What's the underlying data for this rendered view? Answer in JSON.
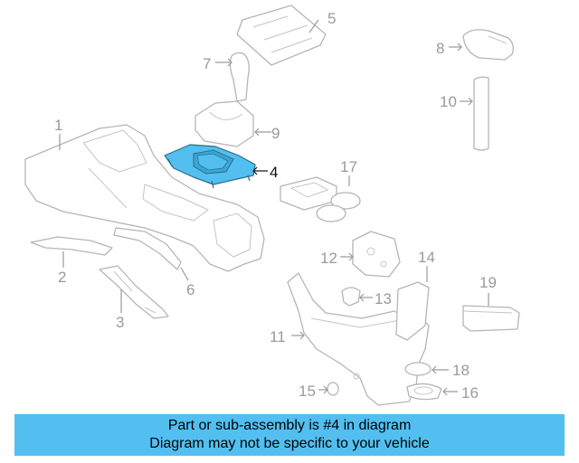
{
  "diagram": {
    "highlight_color": "#52bff0",
    "callouts": [
      {
        "id": "1",
        "label": "1"
      },
      {
        "id": "2",
        "label": "2"
      },
      {
        "id": "3",
        "label": "3"
      },
      {
        "id": "4",
        "label": "4",
        "highlighted": true
      },
      {
        "id": "5",
        "label": "5"
      },
      {
        "id": "6",
        "label": "6"
      },
      {
        "id": "7",
        "label": "7"
      },
      {
        "id": "8",
        "label": "8"
      },
      {
        "id": "9",
        "label": "9"
      },
      {
        "id": "10",
        "label": "10"
      },
      {
        "id": "11",
        "label": "11"
      },
      {
        "id": "12",
        "label": "12"
      },
      {
        "id": "13",
        "label": "13"
      },
      {
        "id": "14",
        "label": "14"
      },
      {
        "id": "15",
        "label": "15"
      },
      {
        "id": "16",
        "label": "16"
      },
      {
        "id": "17",
        "label": "17"
      },
      {
        "id": "18",
        "label": "18"
      },
      {
        "id": "19",
        "label": "19"
      }
    ]
  },
  "banner": {
    "line1": "Part or sub-assembly is #4 in diagram",
    "line2": "Diagram may not be specific to your vehicle",
    "color": "#52bff0"
  }
}
